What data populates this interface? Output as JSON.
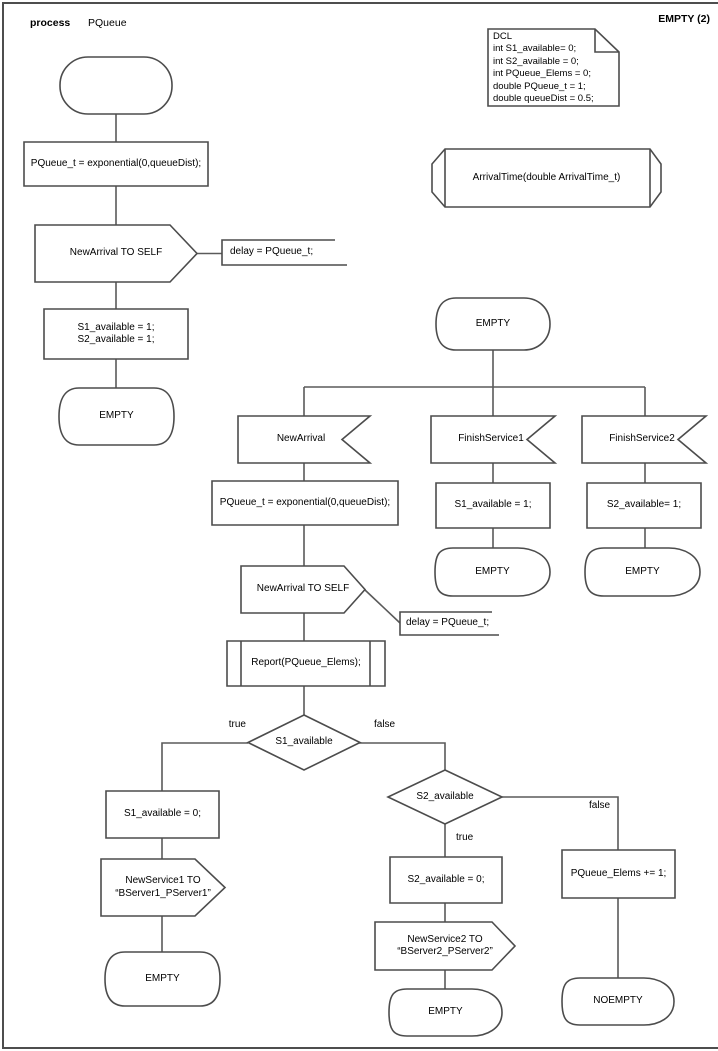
{
  "header": {
    "kind_label": "process",
    "process_name": "PQueue",
    "page_ref": "EMPTY (2)"
  },
  "dcl_note": {
    "lines": [
      "DCL",
      "int S1_available= 0;",
      "int S2_available = 0;",
      "int PQueue_Elems = 0;",
      "double PQueue_t = 1;",
      "double queueDist = 0.5;"
    ]
  },
  "nodes": {
    "procedure_decl": "ArrivalTime(double ArrivalTime_t)",
    "task_init_timer": "PQueue_t = exponential(0,queueDist);",
    "output_newarrival_self_1": "NewArrival TO SELF",
    "comment_delay_1": "delay = PQueue_t;",
    "task_init_avail": "S1_available = 1;\nS2_available = 1;",
    "state_empty_start": "EMPTY",
    "state_empty_main": "EMPTY",
    "input_newarrival": "NewArrival",
    "input_finishservice1": "FinishService1",
    "input_finishservice2": "FinishService2",
    "task_timer_again": "PQueue_t = exponential(0,queueDist);",
    "output_newarrival_self_2": "NewArrival TO SELF",
    "comment_delay_2": "delay = PQueue_t;",
    "call_report": "Report(PQueue_Elems);",
    "decision_s1": "S1_available",
    "label_true_1": "true",
    "label_false_1": "false",
    "task_s1_take": "S1_available = 0;",
    "output_newservice1": "NewService1 TO\n“BServer1_PServer1”",
    "state_empty_left": "EMPTY",
    "decision_s2": "S2_available",
    "label_true_2": "true",
    "label_false_2": "false",
    "task_s2_take": "S2_available = 0;",
    "output_newservice2": "NewService2 TO\n“BServer2_PServer2”",
    "state_empty_mid": "EMPTY",
    "task_elems_inc": "PQueue_Elems += 1;",
    "state_noempty": "NOEMPTY",
    "task_s1_free": "S1_available = 1;",
    "state_empty_f1": "EMPTY",
    "task_s2_free": "S2_available= 1;",
    "state_empty_f2": "EMPTY"
  }
}
